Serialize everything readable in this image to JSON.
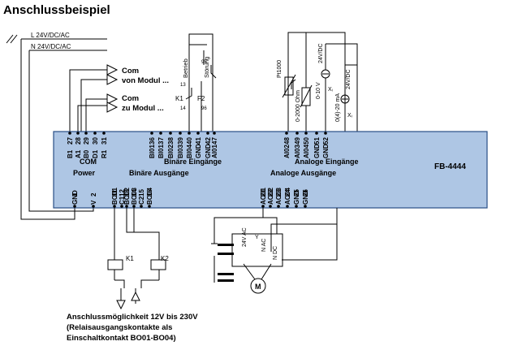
{
  "title": "Anschlussbeispiel",
  "supply": {
    "l_label": "L 24V/DC/AC",
    "n_label": "N 24V/DC/AC"
  },
  "com_notes": {
    "upper_com": "Com",
    "upper_modul": "von Modul ...",
    "lower_com": "Com",
    "lower_modul": "zu Modul ..."
  },
  "module": {
    "name": "FB-4444",
    "top_terminals": [
      {
        "num": "27",
        "name": "B1"
      },
      {
        "num": "28",
        "name": "A1"
      },
      {
        "num": "29",
        "name": "B0"
      },
      {
        "num": "30",
        "name": "D1"
      },
      {
        "num": "31",
        "name": "R1"
      },
      {
        "num": "36",
        "name": "BI01"
      },
      {
        "num": "37",
        "name": "BI01"
      },
      {
        "num": "38",
        "name": "BI02"
      },
      {
        "num": "39",
        "name": "BI03"
      },
      {
        "num": "40",
        "name": "BI04"
      },
      {
        "num": "41",
        "name": "GND"
      },
      {
        "num": "42",
        "name": "GND"
      },
      {
        "num": "47",
        "name": "AI01"
      },
      {
        "num": "48",
        "name": "AI02"
      },
      {
        "num": "49",
        "name": "AI03"
      },
      {
        "num": "50",
        "name": "AI04"
      },
      {
        "num": "51",
        "name": "GND"
      },
      {
        "num": "52",
        "name": "GND"
      }
    ],
    "top_groups": [
      "COM",
      "Binäre Eingänge",
      "Analoge Eingänge"
    ],
    "bottom_groups": [
      "Power",
      "Binäre Ausgänge",
      "Analoge Ausgänge"
    ],
    "bottom_terminals": [
      {
        "num": "1",
        "name": "GND"
      },
      {
        "num": "2",
        "name": "V"
      },
      {
        "num": "11",
        "name": "BO01"
      },
      {
        "num": "12",
        "name": "C1"
      },
      {
        "num": "13",
        "name": "BO02"
      },
      {
        "num": "14",
        "name": "BO03"
      },
      {
        "num": "15",
        "name": "C2"
      },
      {
        "num": "16",
        "name": "BO04"
      },
      {
        "num": "21",
        "name": "AO01"
      },
      {
        "num": "22",
        "name": "AO02"
      },
      {
        "num": "23",
        "name": "AO03"
      },
      {
        "num": "24",
        "name": "AO04"
      },
      {
        "num": "25",
        "name": "GND"
      },
      {
        "num": "26",
        "name": "GND"
      }
    ]
  },
  "binary_inputs": {
    "betrieb": "Betrieb",
    "stoerung": "Störung",
    "k1": "K1",
    "f2": "F2",
    "n13": "13",
    "n14": "14",
    "n95": "95",
    "n96": "96"
  },
  "analog_inputs": {
    "pt1000": "Pt1000",
    "ohm": "0-2000 Ohm",
    "volt": "0-10 V",
    "v24dc_a": "24V/DC",
    "ma": "0(4)-20 mA",
    "v24dc_b": "24V/DC",
    "xi": "Xᵢ"
  },
  "relays": {
    "k1": "K1",
    "k2": "K2"
  },
  "actuator": {
    "ac": "24V AC",
    "y": "Y",
    "n_ac": "N AC",
    "n_dc": "N DC",
    "m": "M"
  },
  "footnote": {
    "line1": "Anschlussmöglichkeit 12V bis 230V",
    "line2": "(Relaisausgangskontakte als",
    "line3": "Einschaltkontakt BO01-BO04)"
  },
  "colors": {
    "module_fill": "#aec6e4",
    "module_stroke": "#2a4f86",
    "wire": "#000000"
  }
}
